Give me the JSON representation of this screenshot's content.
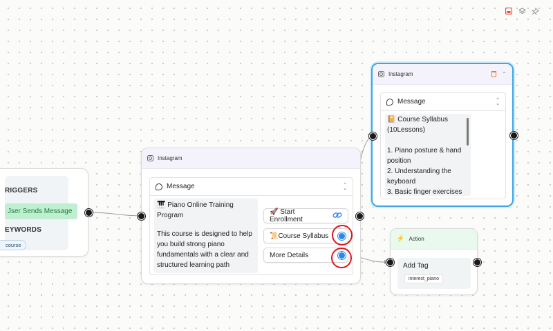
{
  "toolbar": {
    "icons": [
      "save-icon",
      "layers-icon",
      "pin-icon"
    ],
    "accent": "#e84a3c"
  },
  "trigger_node": {
    "triggers_title": "RIGGERS",
    "trigger_label": "Jser Sends Message",
    "keywords_title": "EYWORDS",
    "keyword": "course"
  },
  "message_node": {
    "platform": "Instagram",
    "type_label": "Message",
    "text_title": "🎹 Piano Online Training Program",
    "text_body": "This course is designed to help you build strong piano fundamentals with a clear and structured learning path",
    "buttons": [
      {
        "label": "🚀 Start Enrollment",
        "icon": "link-icon"
      },
      {
        "label": "📜Course Syllabus",
        "icon": "connector-dot"
      },
      {
        "label": "More Details",
        "icon": "connector-dot"
      }
    ]
  },
  "syllabus_node": {
    "platform": "Instagram",
    "type_label": "Message",
    "heading": "📔 Course Syllabus (10Lessons)",
    "items": [
      "1. Piano posture & hand position",
      "2. Understanding the keyboard",
      "3. Basic finger exercises"
    ]
  },
  "action_node": {
    "title": "Action",
    "action_label": "Add Tag",
    "tag": "interest_piano"
  },
  "colors": {
    "selected_border": "#3fa5e6",
    "connector_blue": "#2b86ee",
    "highlight_red": "#e0141c",
    "trigger_green": "#bfefd0"
  }
}
